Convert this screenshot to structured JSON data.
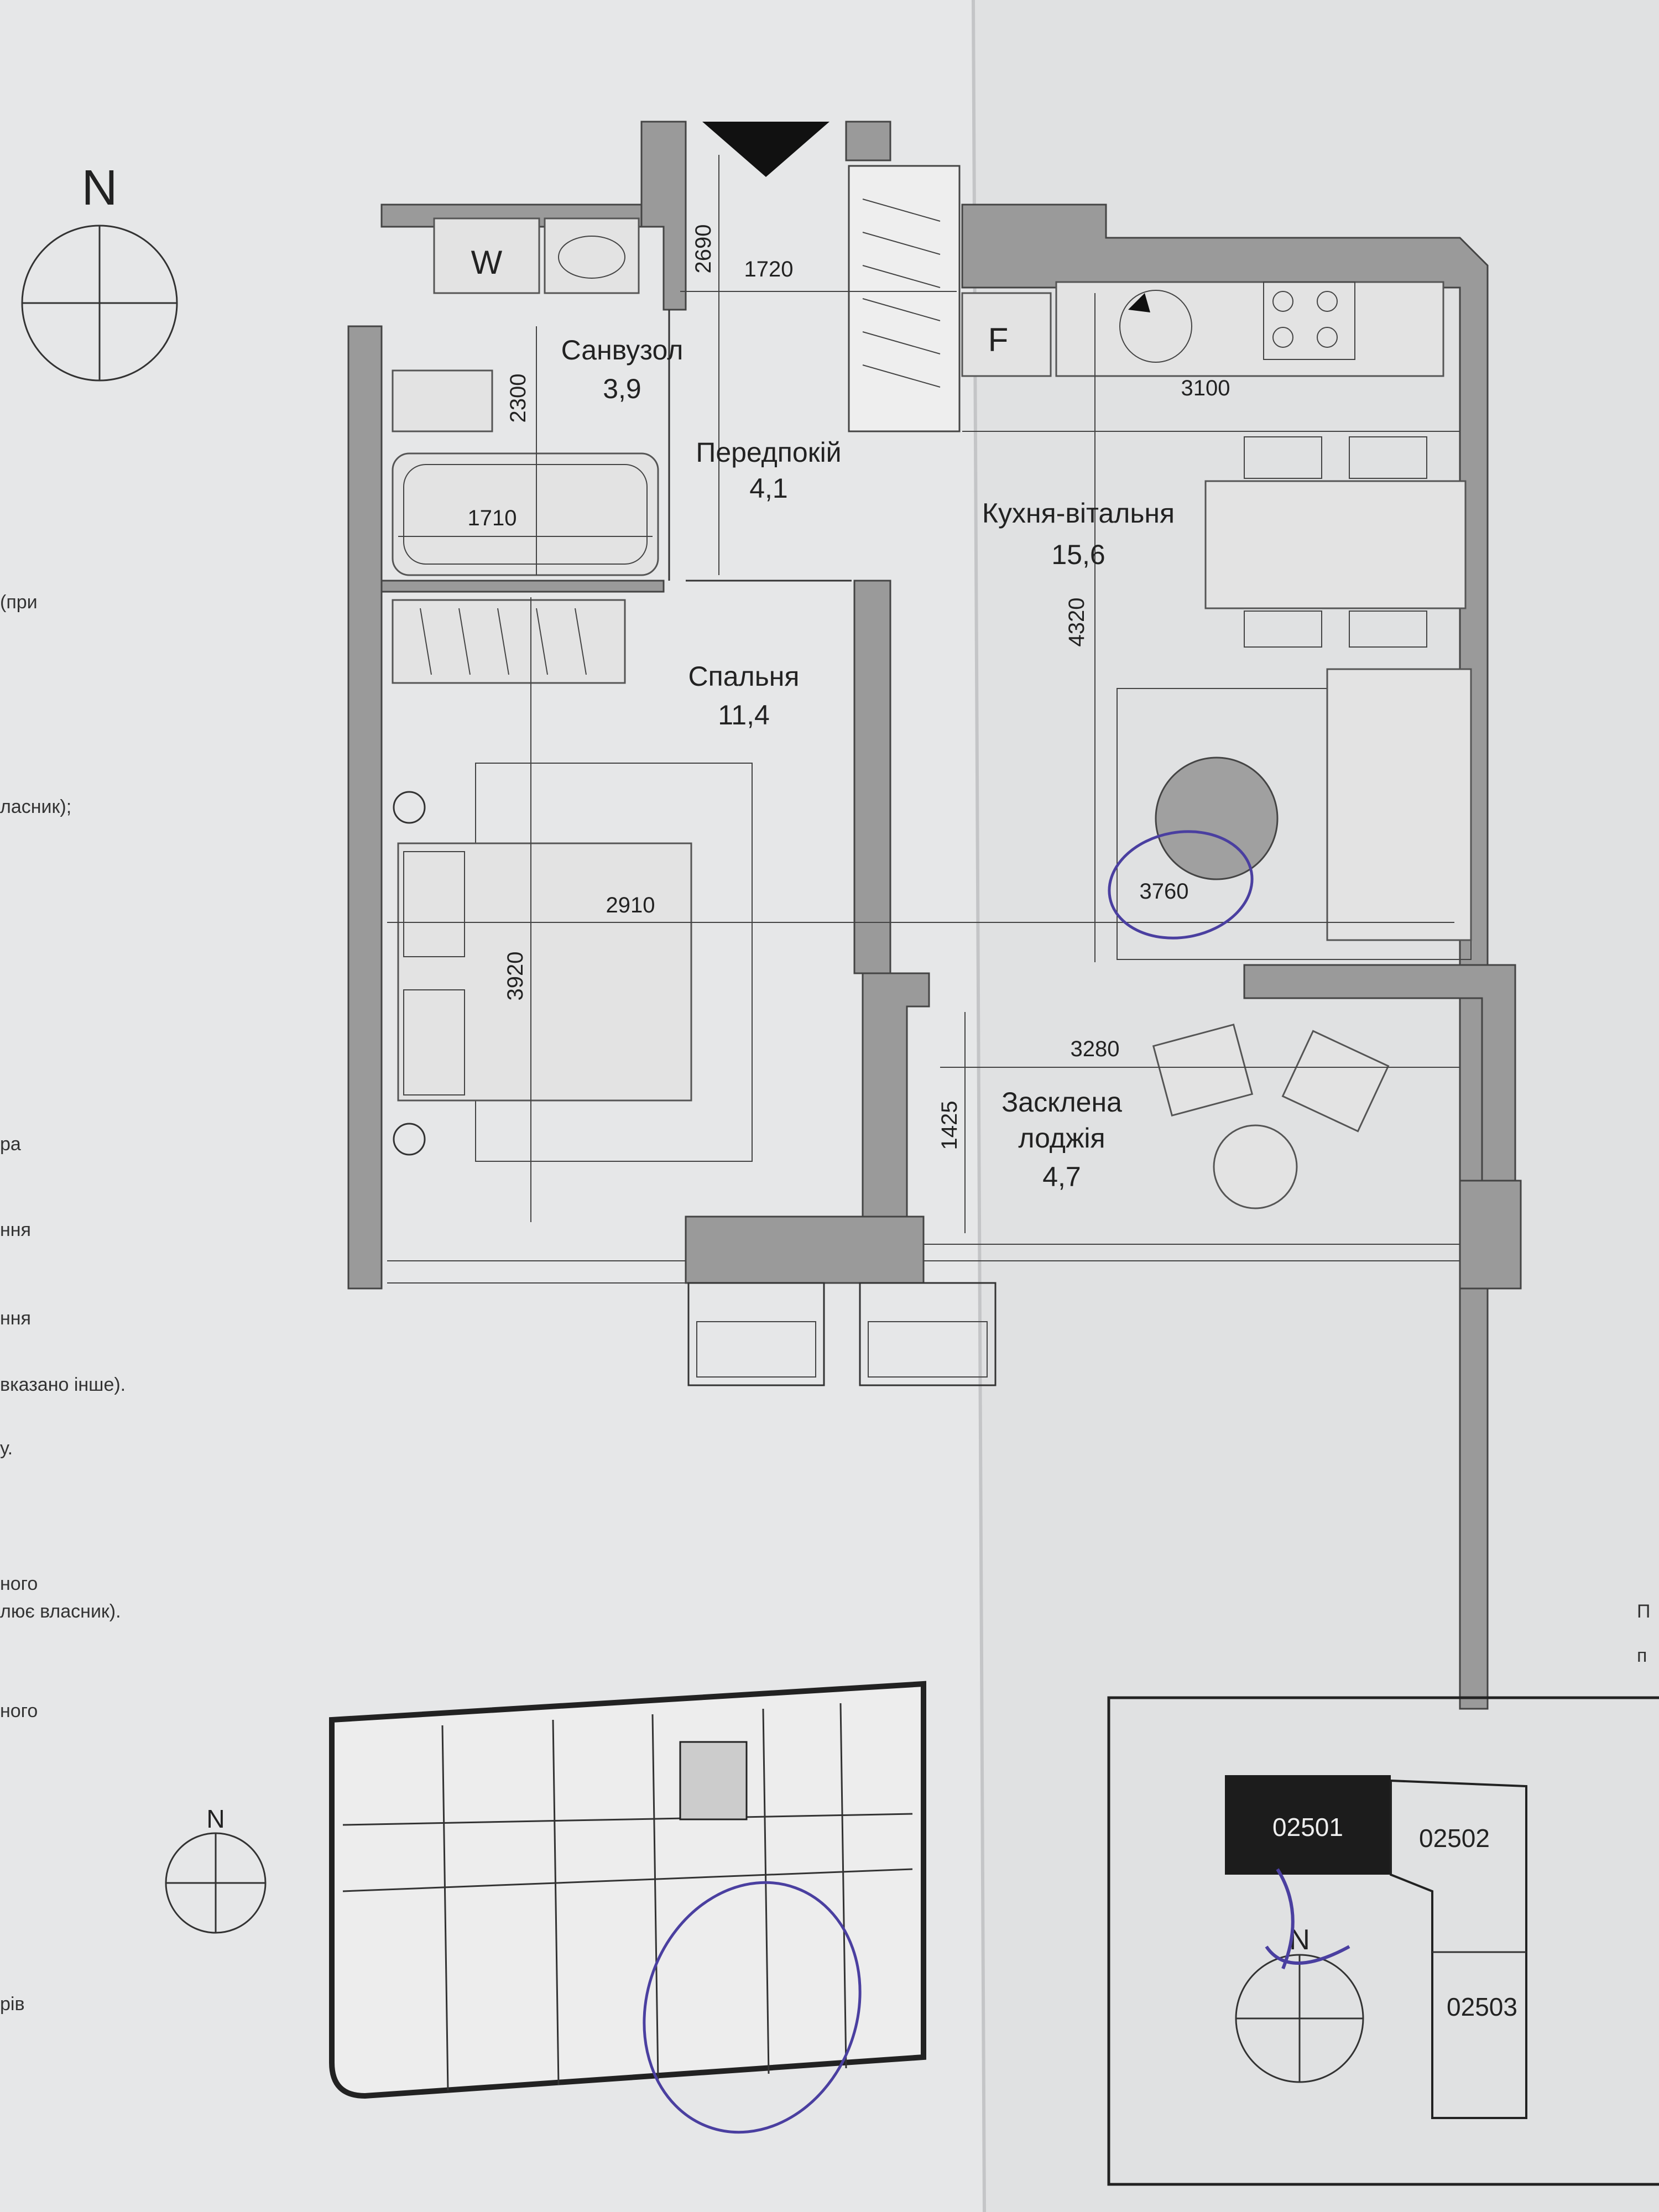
{
  "compass": {
    "north_label": "N"
  },
  "rooms": {
    "bathroom": {
      "name": "Санвузол",
      "area": "3,9"
    },
    "hallway": {
      "name": "Передпокій",
      "area": "4,1"
    },
    "bedroom": {
      "name": "Спальня",
      "area": "11,4"
    },
    "kitchen": {
      "name": "Кухня-вітальня",
      "area": "15,6"
    },
    "loggia": {
      "name_line1": "Засклена",
      "name_line2": "лоджія",
      "area": "4,7"
    }
  },
  "fixtures": {
    "washer": "W",
    "fridge": "F"
  },
  "dimensions": {
    "d2690": "2690",
    "d1720": "1720",
    "d2300": "2300",
    "d1710": "1710",
    "d3100": "3100",
    "d4320": "4320",
    "d2910": "2910",
    "d3920": "3920",
    "d3760": "3760",
    "d3280": "3280",
    "d1425": "1425"
  },
  "apartments": {
    "a1": "02501",
    "a2": "02502",
    "a3": "02503"
  },
  "side_fragments": [
    "(при",
    "ласник);",
    "ра",
    "ння",
    "ння",
    "вказано інше).",
    "у.",
    "ного",
    "лює власник).",
    "ного",
    "рів"
  ],
  "right_fragments": [
    "П",
    "п"
  ],
  "colors": {
    "paper": "#eceded",
    "wall_fill": "#9a9a9a",
    "ink": "#222222",
    "pen": "#4a3fa0"
  }
}
